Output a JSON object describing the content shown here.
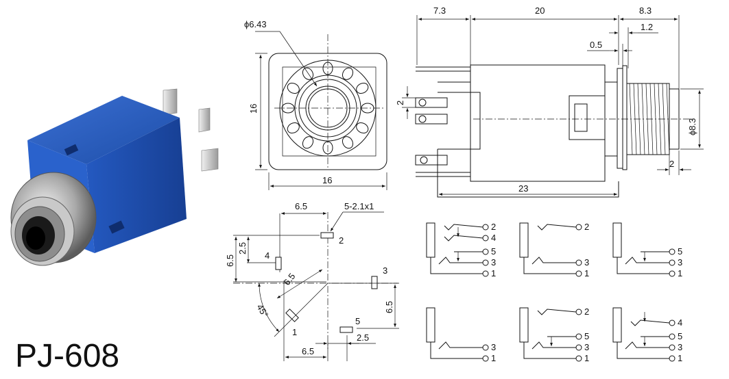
{
  "model": "PJ-608",
  "front_view": {
    "bore_dia": "ϕ6.43",
    "height": "16",
    "width": "16"
  },
  "side_view": {
    "d1": "7.3",
    "d2": "20",
    "d3": "8.3",
    "d4": "1.2",
    "d5": "0.5",
    "d6": "2",
    "d7": "ϕ8.3",
    "d8": "2",
    "d9": "23"
  },
  "footprint": {
    "w_top": "6.5",
    "hole_spec": "5-2.1x1",
    "h_top": "2.5",
    "h_left": "6.5",
    "diag": "6.5",
    "angle": "45°",
    "h_right": "6.5",
    "w_bottom1": "2.5",
    "w_bottom2": "6.5",
    "pins": [
      "2",
      "4",
      "3",
      "1",
      "5"
    ]
  },
  "schematics": [
    {
      "pins": [
        "2",
        "4",
        "5",
        "3",
        "1"
      ]
    },
    {
      "pins": [
        "2",
        "3",
        "1"
      ]
    },
    {
      "pins": [
        "5",
        "3",
        "1"
      ]
    },
    {
      "pins": [
        "3",
        "1"
      ]
    },
    {
      "pins": [
        "2",
        "5",
        "3",
        "1"
      ]
    },
    {
      "pins": [
        "4",
        "5",
        "3",
        "1"
      ]
    }
  ]
}
